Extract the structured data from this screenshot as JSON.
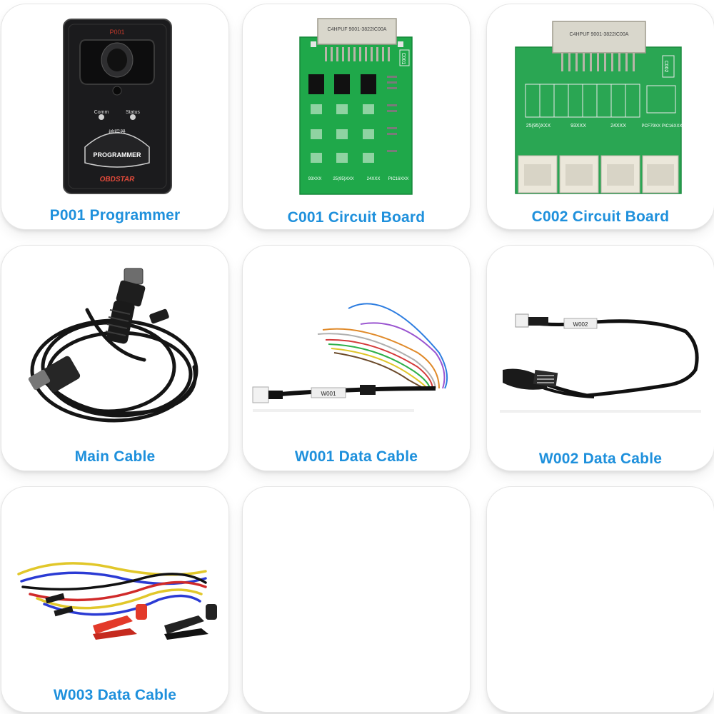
{
  "items": [
    {
      "label": "P001 Programmer",
      "device_text": {
        "model": "P001",
        "comm": "Comm",
        "status": "Status",
        "chinese": "编程器",
        "programmer": "PROGRAMMER",
        "brand": "OBDSTAR"
      }
    },
    {
      "label": "C001 Circuit Board",
      "board_text": {
        "code": "C001",
        "connector": "C4HPUF 9001-3822IC00A",
        "bottom_labels": [
          "93XXX",
          "25(95)XXX",
          "24XXX",
          "PIC16XXX"
        ]
      }
    },
    {
      "label": "C002 Circuit Board",
      "board_text": {
        "code": "C002",
        "connector": "C4HPUF 9001-3822IC00A",
        "row_labels": [
          "25(95)XXX",
          "93XXX",
          "24XXX",
          "PCF79XX PIC16XXX"
        ]
      }
    },
    {
      "label": "Main Cable"
    },
    {
      "label": "W001 Data Cable",
      "tag": "W001"
    },
    {
      "label": "W002 Data Cable",
      "tag": "W002"
    },
    {
      "label": "W003 Data Cable"
    },
    {
      "label": ""
    },
    {
      "label": ""
    }
  ],
  "colors": {
    "caption": "#1e90dc",
    "board_green": "#1fa84a",
    "device_black": "#1b1b1d"
  }
}
